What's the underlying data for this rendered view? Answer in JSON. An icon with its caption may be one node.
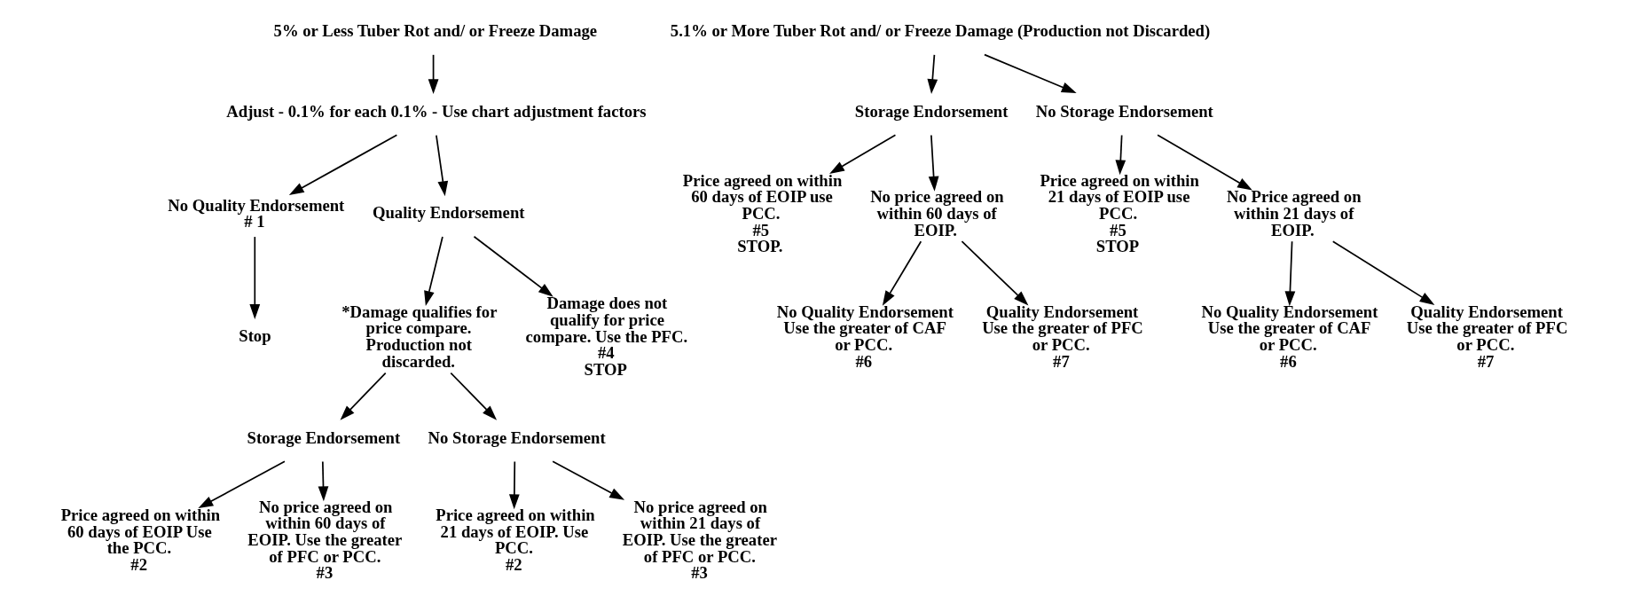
{
  "diagram": {
    "nodes": [
      {
        "text": [
          "5% or Less Tuber Rot and/ or Freeze Damage"
        ]
      },
      {
        "text": [
          "Adjust - 0.1% for each 0.1% - Use chart adjustment factors"
        ]
      },
      {
        "text": [
          "No Quality Endorsement",
          "# 1"
        ]
      },
      {
        "text": [
          "Stop"
        ]
      },
      {
        "text": [
          "Quality Endorsement"
        ]
      },
      {
        "text": [
          "*Damage qualifies for price compare. Production not discarded."
        ]
      },
      {
        "text": [
          "Damage does not qualify for price compare. Use the PFC.",
          "#4",
          "STOP"
        ]
      },
      {
        "text": [
          "Storage Endorsement"
        ]
      },
      {
        "text": [
          "No Storage Endorsement"
        ]
      },
      {
        "text": [
          "Price agreed on within 60 days of EOIP Use the PCC.",
          "#2"
        ]
      },
      {
        "text": [
          "No price agreed on within 60 days of EOIP. Use the greater of PFC or PCC.",
          "#3"
        ]
      },
      {
        "text": [
          "Price agreed on within 21 days of EOIP. Use PCC.",
          "#2"
        ]
      },
      {
        "text": [
          "No price agreed on within 21 days of EOIP. Use the greater of PFC or PCC.",
          "#3"
        ]
      },
      {
        "text": [
          "5.1% or More Tuber Rot and/ or Freeze Damage (Production not Discarded)"
        ]
      },
      {
        "text": [
          "Storage Endorsement"
        ]
      },
      {
        "text": [
          "No Storage Endorsement"
        ]
      },
      {
        "text": [
          "Price agreed on within 60 days of EOIP use PCC.",
          "#5",
          "STOP."
        ]
      },
      {
        "text": [
          "No price agreed on within 60 days of EOIP."
        ]
      },
      {
        "text": [
          "Price agreed on within 21 days of EOIP use PCC.",
          "#5",
          "STOP"
        ]
      },
      {
        "text": [
          "No Price agreed on within 21 days of EOIP."
        ]
      },
      {
        "text": [
          "No Quality Endorsement",
          "Use the greater of CAF or PCC.",
          "#6"
        ]
      },
      {
        "text": [
          "Quality Endorsement",
          "Use the greater of PFC or PCC.",
          "#7"
        ]
      },
      {
        "text": [
          "No Quality Endorsement",
          "Use the greater of CAF or PCC.",
          "#6"
        ]
      },
      {
        "text": [
          "Quality Endorsement",
          "Use the greater of PFC or PCC.",
          "#7"
        ]
      }
    ],
    "edges": [
      {
        "from": 0,
        "to": 1,
        "arrow": "to"
      },
      {
        "from": 1,
        "to": 2,
        "arrow": "to"
      },
      {
        "from": 2,
        "to": 3,
        "arrow": "to"
      },
      {
        "from": 1,
        "to": 4,
        "arrow": "to"
      },
      {
        "from": 4,
        "to": 5,
        "arrow": "to"
      },
      {
        "from": 4,
        "to": 6,
        "arrow": "to"
      },
      {
        "from": 5,
        "to": 7,
        "arrow": "to"
      },
      {
        "from": 5,
        "to": 8,
        "arrow": "to"
      },
      {
        "from": 7,
        "to": 9,
        "arrow": "to"
      },
      {
        "from": 7,
        "to": 10,
        "arrow": "to"
      },
      {
        "from": 8,
        "to": 11,
        "arrow": "to"
      },
      {
        "from": 8,
        "to": 12,
        "arrow": "to"
      },
      {
        "from": 13,
        "to": 14,
        "arrow": "to"
      },
      {
        "from": 13,
        "to": 15,
        "arrow": "to"
      },
      {
        "from": 14,
        "to": 16,
        "arrow": "to"
      },
      {
        "from": 14,
        "to": 17,
        "arrow": "to"
      },
      {
        "from": 15,
        "to": 18,
        "arrow": "to"
      },
      {
        "from": 15,
        "to": 19,
        "arrow": "to"
      },
      {
        "from": 17,
        "to": 20,
        "arrow": "to"
      },
      {
        "from": 17,
        "to": 21,
        "arrow": "to"
      },
      {
        "from": 19,
        "to": 22,
        "arrow": "to"
      },
      {
        "from": 19,
        "to": 23,
        "arrow": "to"
      }
    ]
  }
}
